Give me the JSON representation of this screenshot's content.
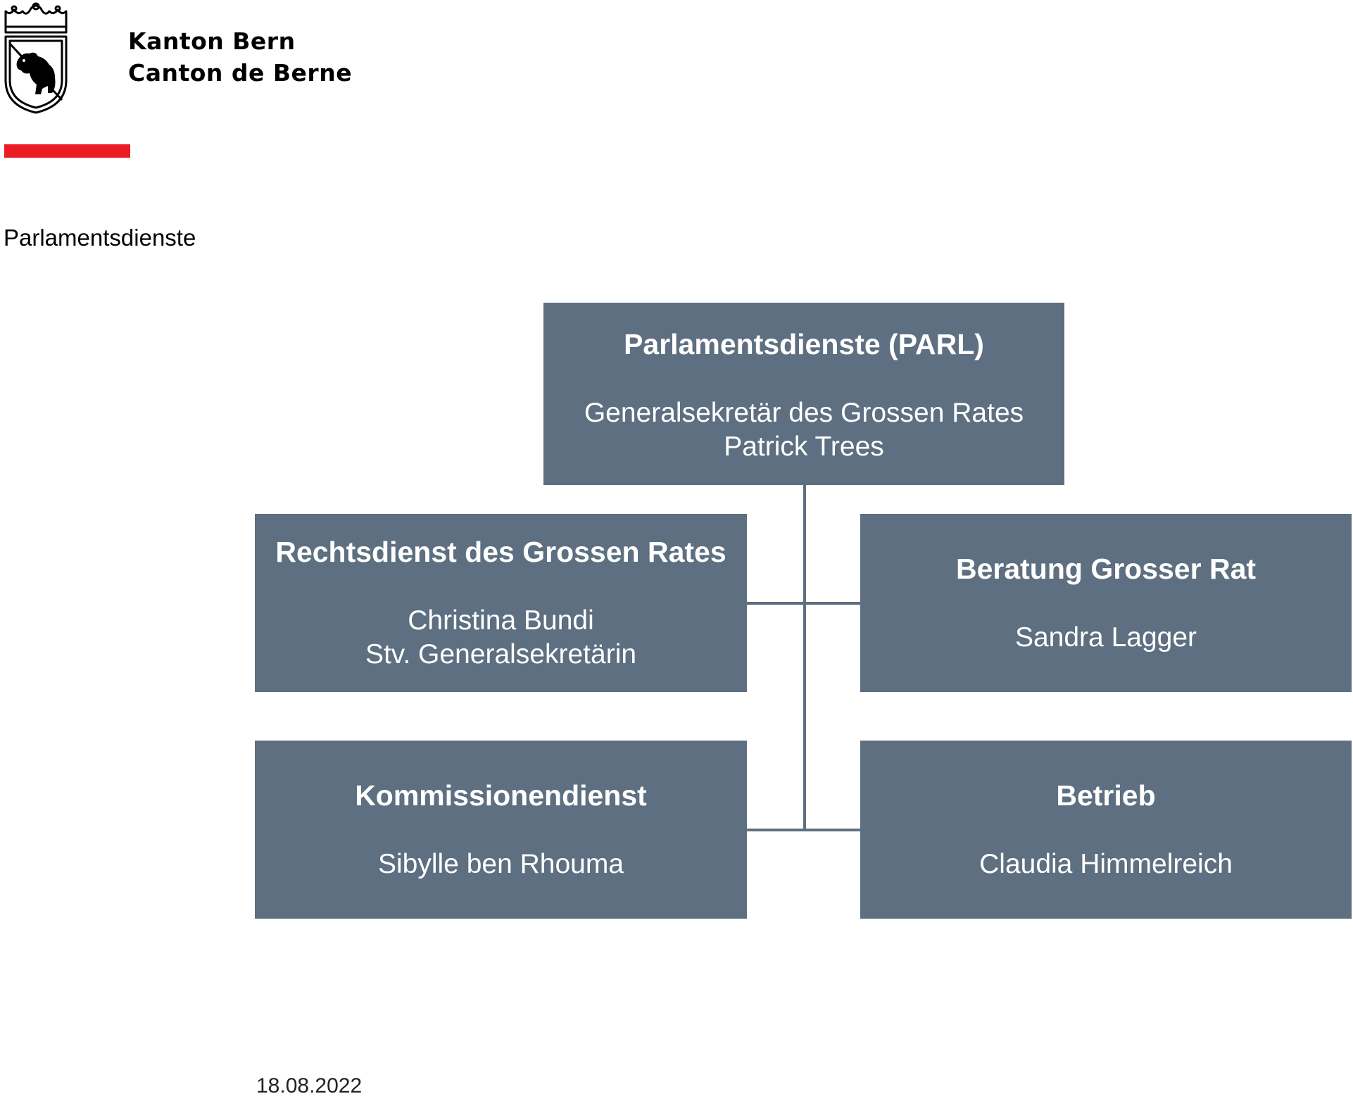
{
  "header": {
    "logo_icon": "bern-coat-of-arms-icon",
    "brand_line_1": "Kanton Bern",
    "brand_line_2": "Canton de Berne",
    "accent_color": "#ec1c24"
  },
  "page": {
    "title": "Parlamentsdienste"
  },
  "org_chart": {
    "box_color": "#5d6f80",
    "root": {
      "title": "Parlamentsdienste (PARL)",
      "lines": [
        "Generalsekretär des Grossen Rates",
        "Patrick Trees"
      ]
    },
    "units": [
      {
        "title": "Rechtsdienst des Grossen Rates",
        "lines": [
          "Christina Bundi",
          "Stv. Generalsekretärin"
        ]
      },
      {
        "title": "Beratung Grosser Rat",
        "lines": [
          "Sandra Lagger"
        ]
      },
      {
        "title": "Kommissionendienst",
        "lines": [
          "Sibylle ben Rhouma"
        ]
      },
      {
        "title": "Betrieb",
        "lines": [
          "Claudia Himmelreich"
        ]
      }
    ]
  },
  "footer": {
    "date": "18.08.2022"
  }
}
